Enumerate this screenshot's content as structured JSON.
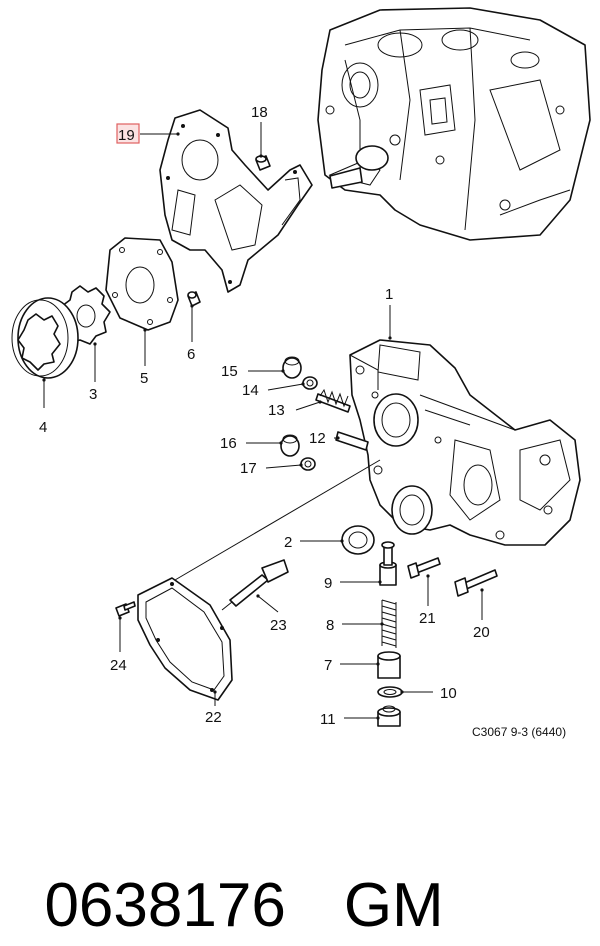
{
  "diagram": {
    "callouts": {
      "c1": "1",
      "c2": "2",
      "c3": "3",
      "c4": "4",
      "c5": "5",
      "c6": "6",
      "c7": "7",
      "c8": "8",
      "c9": "9",
      "c10": "10",
      "c11": "11",
      "c12": "12",
      "c13": "13",
      "c14": "14",
      "c15": "15",
      "c16": "16",
      "c17": "17",
      "c18": "18",
      "c19": "19",
      "c20": "20",
      "c21": "21",
      "c22": "22",
      "c23": "23",
      "c24": "24"
    },
    "highlighted_callout": "19",
    "highlight_color": "#e06060",
    "reference_code": "C3067 9-3 (6440)"
  },
  "footer": {
    "part_number": "0638176",
    "brand": "GM"
  }
}
